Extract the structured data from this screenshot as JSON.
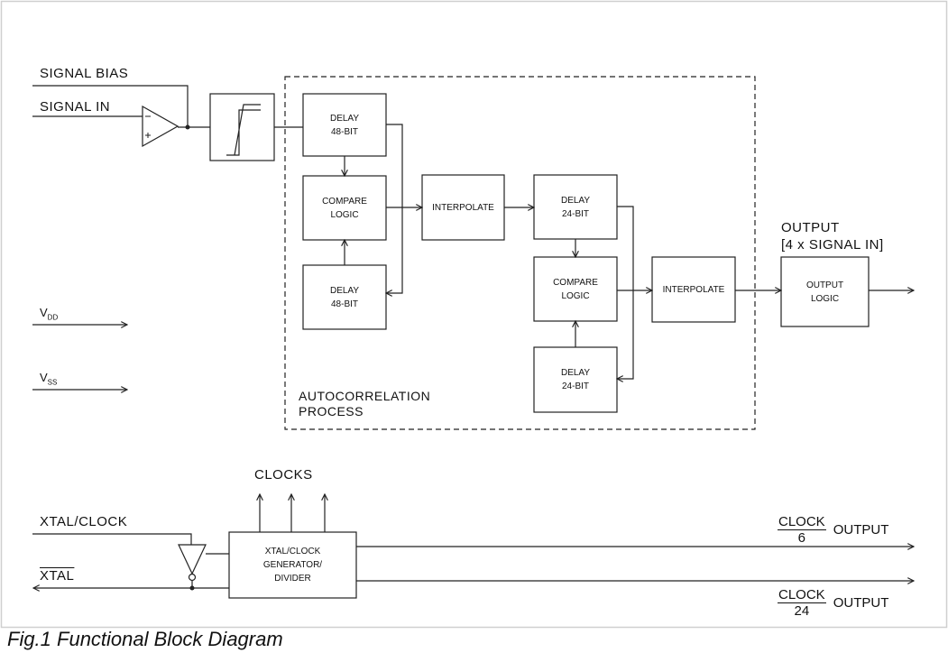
{
  "inputs": {
    "signal_bias": "SIGNAL BIAS",
    "signal_in": "SIGNAL IN",
    "vdd_main": "V",
    "vdd_sub": "DD",
    "vss_main": "V",
    "vss_sub": "SS",
    "xtal_clock": "XTAL/CLOCK",
    "xtal": "XTAL"
  },
  "blocks": {
    "delay48_top": [
      "DELAY",
      "48-BIT"
    ],
    "compare1": [
      "COMPARE",
      "LOGIC"
    ],
    "delay48_bottom": [
      "DELAY",
      "48-BIT"
    ],
    "interpolate1": "INTERPOLATE",
    "delay24_top": [
      "DELAY",
      "24-BIT"
    ],
    "compare2": [
      "COMPARE",
      "LOGIC"
    ],
    "delay24_bottom": [
      "DELAY",
      "24-BIT"
    ],
    "interpolate2": "INTERPOLATE",
    "output_logic": [
      "OUTPUT",
      "LOGIC"
    ],
    "clock_gen": [
      "XTAL/CLOCK",
      "GENERATOR/",
      "DIVIDER"
    ]
  },
  "labels": {
    "autocorrelation": [
      "AUTOCORRELATION",
      "PROCESS"
    ],
    "output": [
      "OUTPUT",
      "[4 x SIGNAL IN]"
    ],
    "clocks": "CLOCKS"
  },
  "clock_outputs": [
    {
      "numerator": "CLOCK",
      "denominator": "6",
      "suffix": "OUTPUT"
    },
    {
      "numerator": "CLOCK",
      "denominator": "24",
      "suffix": "OUTPUT"
    }
  ],
  "caption": "Fig.1 Functional Block Diagram"
}
